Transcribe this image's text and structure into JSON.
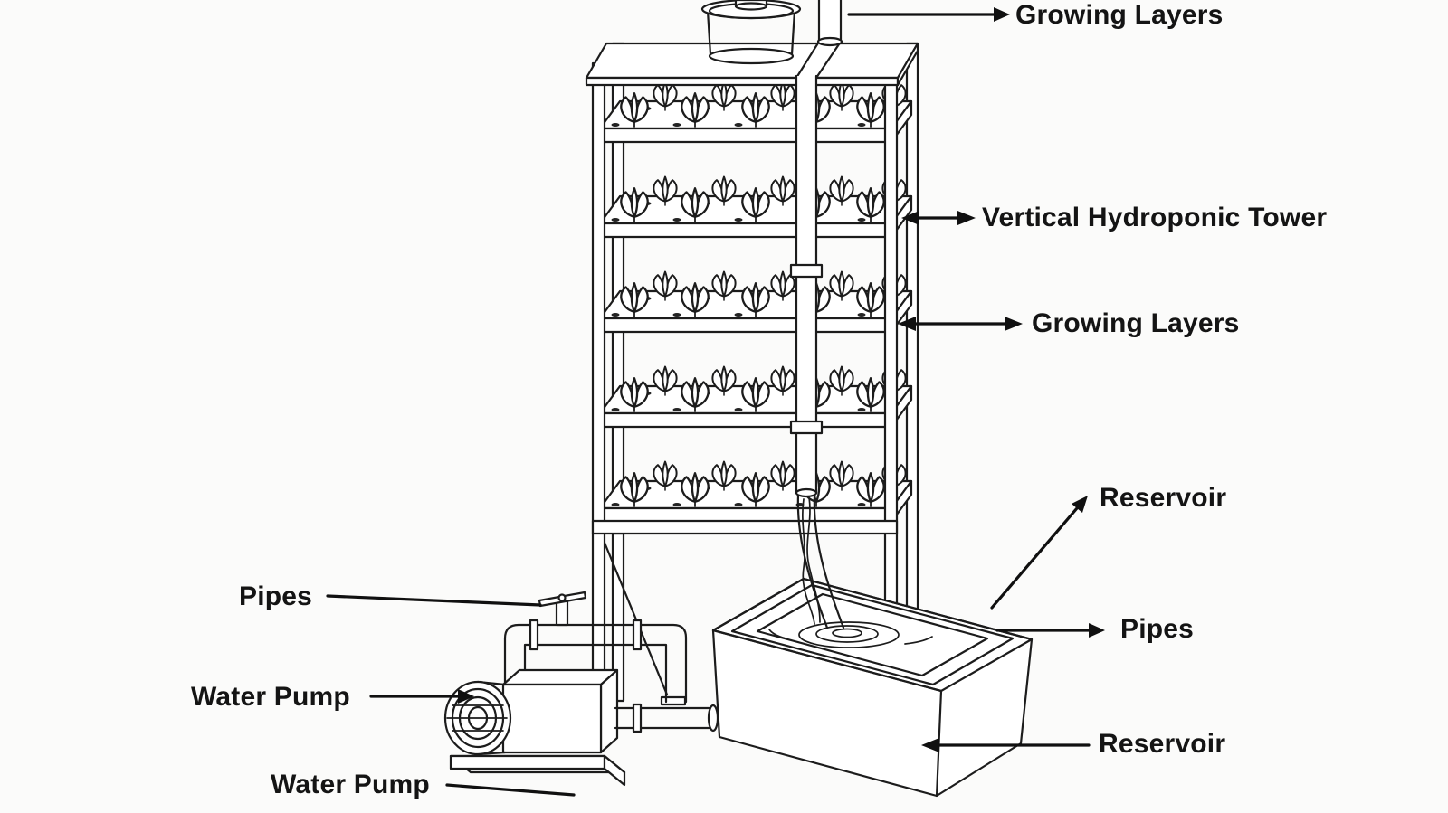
{
  "meta": {
    "background_color": "#fbfbfa",
    "ink_color": "#1c1c1c"
  },
  "labels": {
    "growing_layers_top": "Growing Layers",
    "vertical_hydroponic_tower": "Vertical Hydroponic Tower",
    "growing_layers_mid": "Growing Layers",
    "reservoir_upper": "Reservoir",
    "pipes_right": "Pipes",
    "reservoir_lower": "Reservoir",
    "pipes_left": "Pipes",
    "water_pump_left": "Water Pump",
    "water_pump_bottom": "Water Pump"
  }
}
